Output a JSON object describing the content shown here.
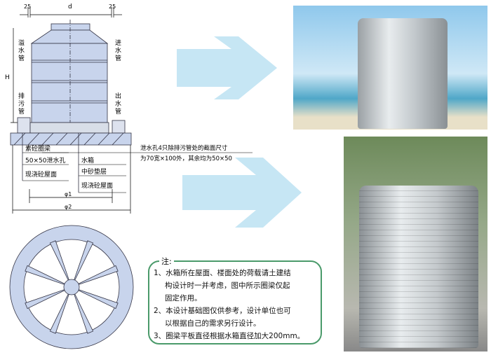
{
  "diagram": {
    "dim_left": "25",
    "dim_d": "d",
    "dim_right": "25",
    "dim_h": "H",
    "label_overflow": [
      "溢",
      "水",
      "管"
    ],
    "label_inlet": [
      "进",
      "水",
      "管"
    ],
    "label_drain": [
      "排",
      "污",
      "管"
    ],
    "label_outlet": [
      "出",
      "水",
      "管"
    ],
    "callout_left": [
      "素砼圈梁",
      "50×50泄水孔",
      "现浇砼屋面"
    ],
    "callout_mid": [
      "水箱",
      "中砂垫层",
      "现浇砼屋面"
    ],
    "drain_note": [
      "泄水孔4只除排污管处的截面尺寸",
      "为70宽×100外，其余均为50×50"
    ],
    "dim_phi1": "φ1",
    "dim_phi2": "φ2"
  },
  "notes": {
    "title": "注:",
    "lines": [
      "1、水箱所在屋面、楼面处的荷载请土建结",
      "构设计时一并考虑，图中所示圈梁仅起",
      "固定作用。",
      "2、本设计基础图仅供参考，设计单位也可",
      "以根据自己的需求另行设计。",
      "3、圈梁平板直径根据水箱直径加大200mm。"
    ]
  },
  "colors": {
    "tank": "#c8d4ec",
    "arrow": "#c6e6f4",
    "border": "#4a9a6a"
  }
}
